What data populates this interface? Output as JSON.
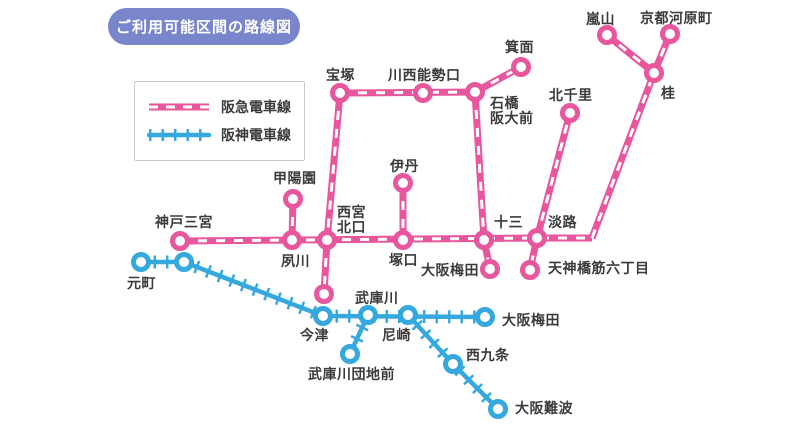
{
  "title": "ご利用可能区間の路線図",
  "legend": {
    "hankyu": "阪急電車線",
    "hanshin": "阪神電車線"
  },
  "colors": {
    "hankyu": "#e8569e",
    "hanshin": "#35a9de",
    "badge": "#7a86cc",
    "label_text": "#3b3b3b"
  },
  "stations": {
    "hankyu": [
      {
        "id": "arashiyama",
        "label": "嵐山"
      },
      {
        "id": "kyoto-kawaramachi",
        "label": "京都河原町"
      },
      {
        "id": "katsura",
        "label": "桂"
      },
      {
        "id": "minoo",
        "label": "箕面"
      },
      {
        "id": "takarazuka",
        "label": "宝塚"
      },
      {
        "id": "kawanishi-noseguchi",
        "label": "川西能勢口"
      },
      {
        "id": "ishibashi-handaimae",
        "label": "石橋\n阪大前"
      },
      {
        "id": "kita-senri",
        "label": "北千里"
      },
      {
        "id": "koyoen",
        "label": "甲陽園"
      },
      {
        "id": "itami",
        "label": "伊丹"
      },
      {
        "id": "kobe-sannomiya",
        "label": "神戸三宮"
      },
      {
        "id": "shukugawa",
        "label": "夙川"
      },
      {
        "id": "nishinomiya-kitaguchi",
        "label": "西宮\n北口"
      },
      {
        "id": "tsukaguchi",
        "label": "塚口"
      },
      {
        "id": "juso",
        "label": "十三"
      },
      {
        "id": "awaji",
        "label": "淡路"
      },
      {
        "id": "osaka-umeda-hankyu",
        "label": "大阪梅田"
      },
      {
        "id": "tenjimbashisuji-rokuchome",
        "label": "天神橋筋六丁目"
      }
    ],
    "hanshin": [
      {
        "id": "motomachi",
        "label": "元町"
      },
      {
        "id": "imazu",
        "label": "今津"
      },
      {
        "id": "mukogawa",
        "label": "武庫川"
      },
      {
        "id": "amagasaki",
        "label": "尼崎"
      },
      {
        "id": "osaka-umeda-hanshin",
        "label": "大阪梅田"
      },
      {
        "id": "mukogawa-danchimae",
        "label": "武庫川団地前"
      },
      {
        "id": "nishikujo",
        "label": "西九条"
      },
      {
        "id": "osaka-namba",
        "label": "大阪難波"
      }
    ]
  }
}
